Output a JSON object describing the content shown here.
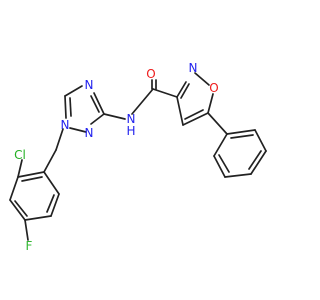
{
  "colors": {
    "background": "#ffffff",
    "bond": "#222222",
    "N": "#2323ee",
    "O": "#ee1c1c",
    "Cl": "#22b022",
    "F": "#33b833"
  },
  "atoms": {
    "o_carbonyl": {
      "text": "O",
      "element": "O"
    },
    "n_isoxazole": {
      "text": "N",
      "element": "N"
    },
    "o_isoxazole": {
      "text": "O",
      "element": "O"
    },
    "n_triazole_top": {
      "text": "N",
      "element": "N"
    },
    "n_triazole_1": {
      "text": "N",
      "element": "N"
    },
    "n_triazole_2": {
      "text": "N",
      "element": "N"
    },
    "nh_amide": {
      "text": "N",
      "element": "N"
    },
    "h_amide": {
      "text": "H",
      "element": "N"
    },
    "chlorine": {
      "text": "Cl",
      "element": "Cl"
    },
    "fluorine": {
      "text": "F",
      "element": "F"
    }
  }
}
